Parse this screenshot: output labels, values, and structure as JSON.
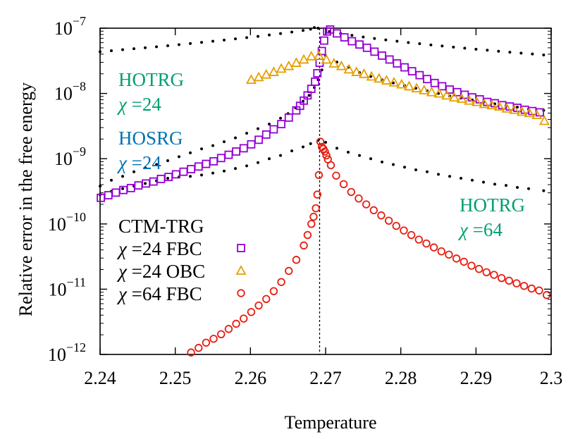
{
  "chart_data": {
    "type": "scatter",
    "xlabel": "Temperature",
    "ylabel": "Relative error in the free energy",
    "xlim": [
      2.24,
      2.3
    ],
    "ylim_exponent": [
      -12,
      -7
    ],
    "yscale": "log",
    "grid": false,
    "x_ticks": [
      "2.24",
      "2.25",
      "2.26",
      "2.27",
      "2.28",
      "2.29",
      "2.3"
    ],
    "y_ticks": [
      {
        "base": "10",
        "exp": "−12",
        "value": -12
      },
      {
        "base": "10",
        "exp": "−11",
        "value": -11
      },
      {
        "base": "10",
        "exp": "−10",
        "value": -10
      },
      {
        "base": "10",
        "exp": "−9",
        "value": -9
      },
      {
        "base": "10",
        "exp": "−8",
        "value": -8
      },
      {
        "base": "10",
        "exp": "−7",
        "value": -7
      }
    ],
    "critical_temperature": 2.2692,
    "colors": {
      "hotrg": "#009e73",
      "hosrg": "#0072b2",
      "fbc24": "#9400d3",
      "obc24": "#e69f00",
      "fbc64": "#e51e10"
    },
    "annotations": {
      "hotrg24": {
        "line1": "HOTRG",
        "chi": "χ",
        "line2": " =24"
      },
      "hosrg24": {
        "line1": "HOSRG",
        "chi": "χ",
        "line2": " =24"
      },
      "hotrg64": {
        "line1": "HOTRG",
        "chi": "χ",
        "line2": " =64"
      }
    },
    "legend": {
      "title": "CTM-TRG",
      "placement": "bottom-left",
      "entries": [
        {
          "chi": "χ",
          "label": " =24 FBC",
          "series": "fbc24"
        },
        {
          "chi": "χ",
          "label": " =24 OBC",
          "series": "obc24"
        },
        {
          "chi": "χ",
          "label": " =64 FBC",
          "series": "fbc64"
        }
      ]
    },
    "series": [
      {
        "key": "hotrg24",
        "marker": "linepoint",
        "x": [
          2.24,
          2.2415,
          2.243,
          2.2445,
          2.246,
          2.2475,
          2.249,
          2.2505,
          2.252,
          2.2535,
          2.255,
          2.2565,
          2.258,
          2.2595,
          2.261,
          2.2625,
          2.264,
          2.2655,
          2.267,
          2.268,
          2.2685,
          2.269,
          2.2705,
          2.272,
          2.2735,
          2.275,
          2.2765,
          2.278,
          2.2795,
          2.281,
          2.2825,
          2.284,
          2.2855,
          2.287,
          2.2885,
          2.29,
          2.2915,
          2.293,
          2.2945,
          2.296,
          2.2975,
          2.299
        ],
        "y_log10": [
          -7.36,
          -7.345,
          -7.33,
          -7.315,
          -7.3,
          -7.285,
          -7.268,
          -7.252,
          -7.235,
          -7.218,
          -7.2,
          -7.182,
          -7.163,
          -7.145,
          -7.125,
          -7.104,
          -7.083,
          -7.06,
          -7.035,
          -7.015,
          -6.99,
          -7.0,
          -7.05,
          -7.083,
          -7.11,
          -7.135,
          -7.158,
          -7.18,
          -7.2,
          -7.22,
          -7.238,
          -7.256,
          -7.273,
          -7.29,
          -7.306,
          -7.322,
          -7.338,
          -7.353,
          -7.368,
          -7.382,
          -7.396,
          -7.41
        ]
      },
      {
        "key": "hosrg24",
        "marker": "linepoint",
        "x": [
          2.24,
          2.2415,
          2.243,
          2.2445,
          2.246,
          2.2475,
          2.249,
          2.2505,
          2.252,
          2.2535,
          2.255,
          2.2565,
          2.258,
          2.2595,
          2.261,
          2.2625,
          2.264,
          2.265,
          2.266,
          2.267,
          2.2678,
          2.2685,
          2.269,
          2.2695,
          2.27,
          2.2715,
          2.273,
          2.2745,
          2.276,
          2.2775,
          2.279,
          2.2805,
          2.282,
          2.2835,
          2.285,
          2.2865,
          2.288,
          2.2895,
          2.291,
          2.2925,
          2.294,
          2.2955,
          2.297,
          2.299
        ],
        "y_log10": [
          -9.42,
          -9.33,
          -9.27,
          -9.2,
          -9.14,
          -9.09,
          -9.03,
          -8.97,
          -8.91,
          -8.85,
          -8.8,
          -8.74,
          -8.68,
          -8.61,
          -8.54,
          -8.47,
          -8.38,
          -8.31,
          -8.22,
          -8.12,
          -8.03,
          -7.91,
          -7.79,
          -7.64,
          -7.42,
          -7.52,
          -7.6,
          -7.68,
          -7.74,
          -7.79,
          -7.84,
          -7.88,
          -7.92,
          -7.96,
          -8.0,
          -8.04,
          -8.07,
          -8.1,
          -8.13,
          -8.16,
          -8.19,
          -8.21,
          -8.24,
          -8.26
        ]
      },
      {
        "key": "hotrg64",
        "marker": "linepoint",
        "x": [
          2.24,
          2.2415,
          2.243,
          2.2445,
          2.246,
          2.2475,
          2.249,
          2.2505,
          2.252,
          2.2535,
          2.255,
          2.2565,
          2.258,
          2.2595,
          2.261,
          2.2625,
          2.264,
          2.2655,
          2.267,
          2.268,
          2.269,
          2.27,
          2.2715,
          2.273,
          2.2745,
          2.276,
          2.2775,
          2.279,
          2.2805,
          2.282,
          2.2835,
          2.285,
          2.2865,
          2.288,
          2.2895,
          2.291,
          2.2925,
          2.294,
          2.2955,
          2.297,
          2.299
        ],
        "y_log10": [
          -9.55,
          -9.5,
          -9.46,
          -9.42,
          -9.38,
          -9.34,
          -9.3,
          -9.28,
          -9.27,
          -9.25,
          -9.22,
          -9.19,
          -9.15,
          -9.11,
          -9.06,
          -9.0,
          -8.95,
          -8.88,
          -8.82,
          -8.77,
          -8.72,
          -8.75,
          -8.84,
          -8.9,
          -8.95,
          -9.0,
          -9.05,
          -9.09,
          -9.13,
          -9.17,
          -9.2,
          -9.24,
          -9.27,
          -9.3,
          -9.33,
          -9.36,
          -9.39,
          -9.41,
          -9.44,
          -9.46,
          -9.49
        ]
      },
      {
        "key": "fbc24",
        "marker": "square",
        "x": [
          2.2401,
          2.2411,
          2.2421,
          2.2431,
          2.2441,
          2.2451,
          2.2461,
          2.2471,
          2.2481,
          2.2491,
          2.2501,
          2.2511,
          2.2521,
          2.2531,
          2.2541,
          2.2551,
          2.2561,
          2.2571,
          2.2581,
          2.2591,
          2.2601,
          2.2611,
          2.2621,
          2.2631,
          2.2641,
          2.2651,
          2.2661,
          2.2666,
          2.2671,
          2.2676,
          2.2681,
          2.2686,
          2.2689,
          2.2692,
          2.2695,
          2.2698,
          2.2702,
          2.2706,
          2.2715,
          2.2725,
          2.2735,
          2.2745,
          2.2755,
          2.2765,
          2.2775,
          2.2785,
          2.2795,
          2.2805,
          2.2815,
          2.2825,
          2.2835,
          2.2845,
          2.2855,
          2.2865,
          2.2875,
          2.2885,
          2.2895,
          2.2905,
          2.2915,
          2.2925,
          2.2935,
          2.2945,
          2.2955,
          2.2965,
          2.2975,
          2.2985
        ],
        "y_log10": [
          -9.6,
          -9.56,
          -9.52,
          -9.48,
          -9.45,
          -9.41,
          -9.38,
          -9.35,
          -9.31,
          -9.28,
          -9.24,
          -9.2,
          -9.16,
          -9.12,
          -9.08,
          -9.04,
          -8.99,
          -8.94,
          -8.89,
          -8.84,
          -8.78,
          -8.71,
          -8.63,
          -8.55,
          -8.47,
          -8.37,
          -8.26,
          -8.19,
          -8.11,
          -8.03,
          -7.93,
          -7.82,
          -7.69,
          -7.53,
          -7.35,
          -7.19,
          -7.05,
          -7.02,
          -7.08,
          -7.14,
          -7.2,
          -7.25,
          -7.3,
          -7.36,
          -7.42,
          -7.48,
          -7.54,
          -7.6,
          -7.66,
          -7.72,
          -7.78,
          -7.84,
          -7.89,
          -7.94,
          -7.98,
          -8.02,
          -8.06,
          -8.09,
          -8.13,
          -8.15,
          -8.18,
          -8.2,
          -8.22,
          -8.25,
          -8.27,
          -8.29
        ]
      },
      {
        "key": "obc24",
        "marker": "triangle",
        "x": [
          2.2601,
          2.2611,
          2.2621,
          2.2631,
          2.2641,
          2.2651,
          2.2661,
          2.2671,
          2.2681,
          2.2691,
          2.2701,
          2.2711,
          2.2721,
          2.2731,
          2.2741,
          2.2751,
          2.2761,
          2.2771,
          2.2781,
          2.2791,
          2.2801,
          2.2811,
          2.2821,
          2.2831,
          2.2841,
          2.2851,
          2.2861,
          2.2871,
          2.2881,
          2.2891,
          2.2901,
          2.2911,
          2.2921,
          2.2931,
          2.2941,
          2.2951,
          2.2961,
          2.2971,
          2.2981,
          2.2991
        ],
        "y_log10": [
          -7.79,
          -7.75,
          -7.71,
          -7.67,
          -7.62,
          -7.58,
          -7.53,
          -7.48,
          -7.43,
          -7.42,
          -7.48,
          -7.54,
          -7.58,
          -7.63,
          -7.67,
          -7.7,
          -7.74,
          -7.77,
          -7.8,
          -7.83,
          -7.86,
          -7.89,
          -7.92,
          -7.95,
          -7.98,
          -8.0,
          -8.03,
          -8.06,
          -8.08,
          -8.11,
          -8.13,
          -8.16,
          -8.18,
          -8.2,
          -8.23,
          -8.25,
          -8.28,
          -8.3,
          -8.33,
          -8.42
        ]
      },
      {
        "key": "fbc64",
        "marker": "circle",
        "x": [
          2.2521,
          2.2531,
          2.2541,
          2.2551,
          2.2561,
          2.2571,
          2.2581,
          2.2591,
          2.2601,
          2.2611,
          2.2621,
          2.2631,
          2.2641,
          2.2651,
          2.2661,
          2.2671,
          2.2676,
          2.2681,
          2.2684,
          2.2687,
          2.2689,
          2.2691,
          2.2693,
          2.2695,
          2.2697,
          2.2699,
          2.2701,
          2.2703,
          2.2707,
          2.2714,
          2.2724,
          2.2734,
          2.2744,
          2.2754,
          2.2764,
          2.2774,
          2.2784,
          2.2794,
          2.2804,
          2.2814,
          2.2824,
          2.2834,
          2.2844,
          2.2854,
          2.2864,
          2.2874,
          2.2884,
          2.2894,
          2.2904,
          2.2914,
          2.2924,
          2.2934,
          2.2944,
          2.2954,
          2.2964,
          2.2974,
          2.2984,
          2.2994
        ],
        "y_log10": [
          -11.97,
          -11.9,
          -11.82,
          -11.76,
          -11.69,
          -11.61,
          -11.53,
          -11.45,
          -11.35,
          -11.25,
          -11.15,
          -11.03,
          -10.89,
          -10.72,
          -10.55,
          -10.33,
          -10.17,
          -10.0,
          -9.89,
          -9.76,
          -9.55,
          -9.25,
          -8.74,
          -8.82,
          -8.85,
          -8.89,
          -8.95,
          -9.01,
          -9.1,
          -9.26,
          -9.39,
          -9.51,
          -9.61,
          -9.7,
          -9.79,
          -9.87,
          -9.95,
          -10.03,
          -10.1,
          -10.17,
          -10.24,
          -10.3,
          -10.36,
          -10.42,
          -10.47,
          -10.53,
          -10.58,
          -10.64,
          -10.69,
          -10.74,
          -10.78,
          -10.83,
          -10.87,
          -10.91,
          -10.95,
          -10.99,
          -11.02,
          -11.09
        ]
      }
    ]
  }
}
